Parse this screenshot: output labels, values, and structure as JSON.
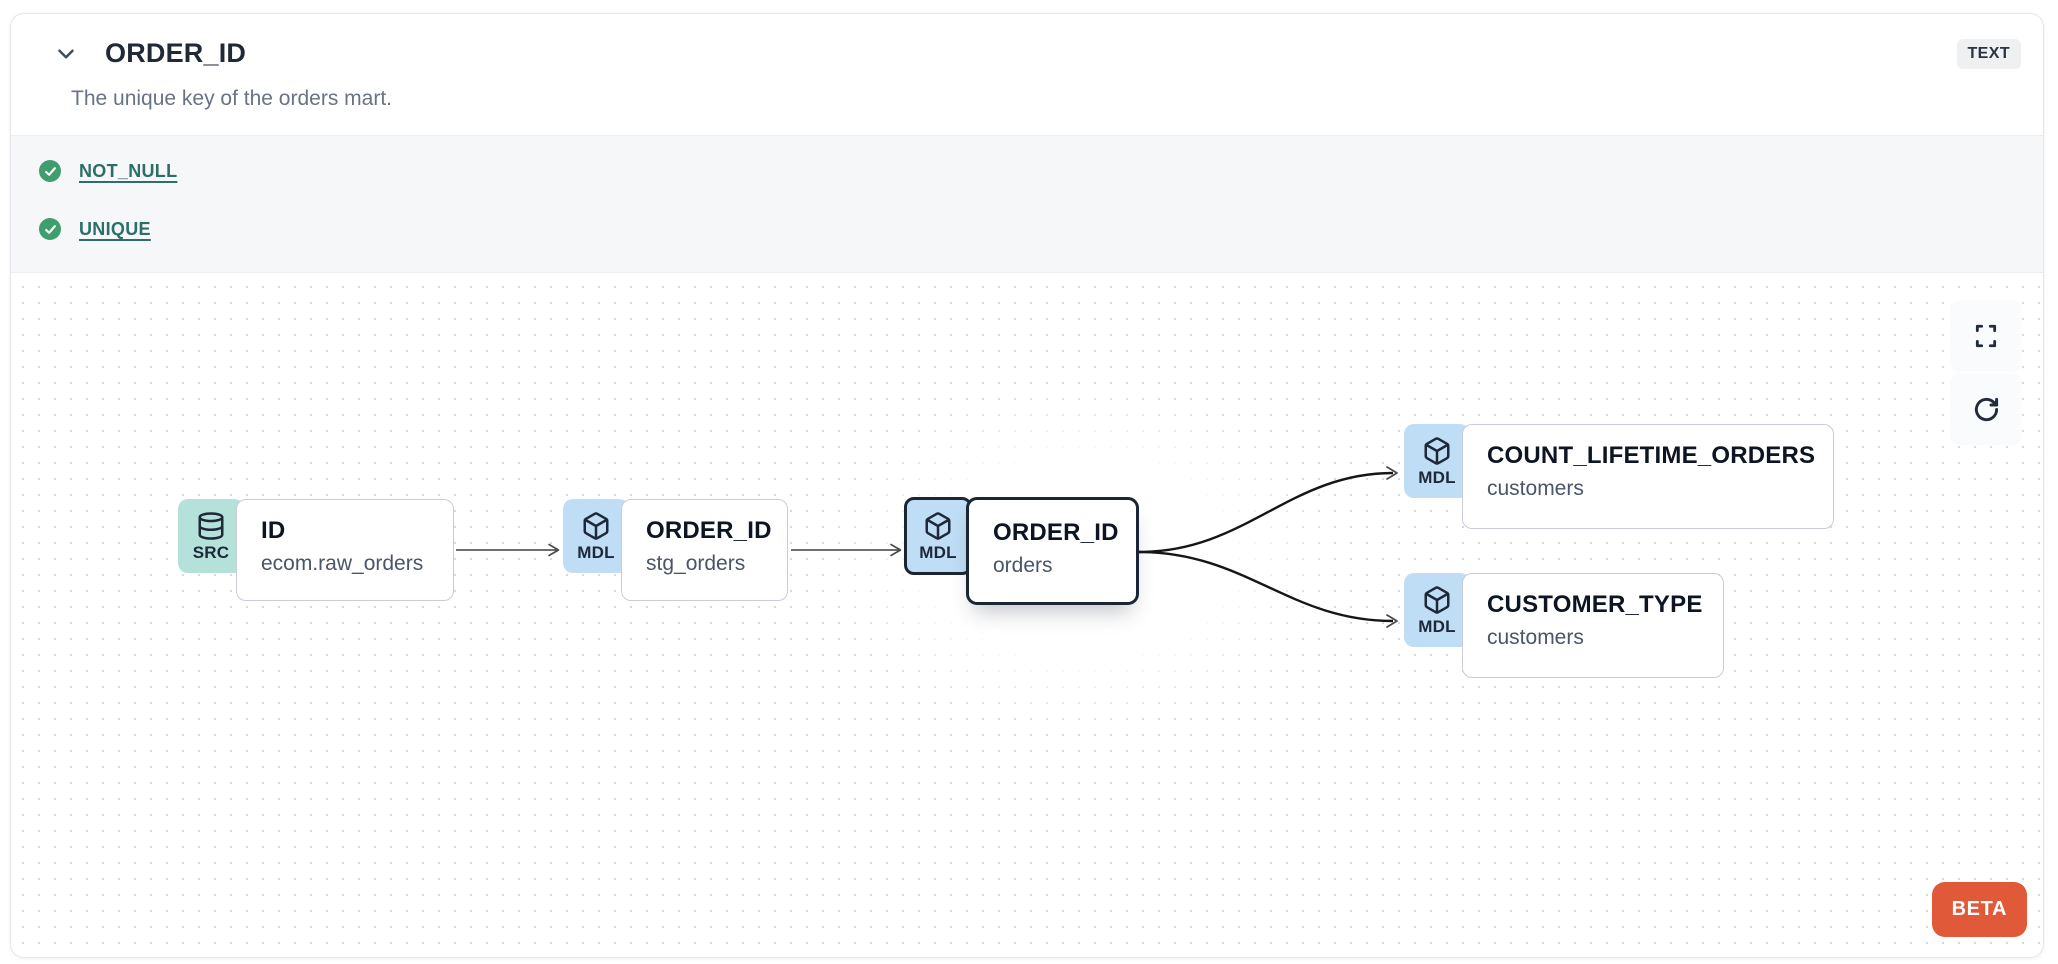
{
  "header": {
    "title": "ORDER_ID",
    "type_badge": "TEXT",
    "description": "The unique key of the orders mart."
  },
  "tests": [
    {
      "name": "NOT_NULL",
      "status": "pass"
    },
    {
      "name": "UNIQUE",
      "status": "pass"
    }
  ],
  "lineage": {
    "nodes": [
      {
        "badge": "SRC",
        "kind": "source",
        "title": "ID",
        "subtitle": "ecom.raw_orders",
        "selected": false
      },
      {
        "badge": "MDL",
        "kind": "model",
        "title": "ORDER_ID",
        "subtitle": "stg_orders",
        "selected": false
      },
      {
        "badge": "MDL",
        "kind": "model",
        "title": "ORDER_ID",
        "subtitle": "orders",
        "selected": true
      },
      {
        "badge": "MDL",
        "kind": "model",
        "title": "COUNT_LIFETIME_ORDERS",
        "subtitle": "customers",
        "selected": false
      },
      {
        "badge": "MDL",
        "kind": "model",
        "title": "CUSTOMER_TYPE",
        "subtitle": "customers",
        "selected": false
      }
    ],
    "edges": [
      {
        "from": 0,
        "to": 1
      },
      {
        "from": 1,
        "to": 2
      },
      {
        "from": 2,
        "to": 3
      },
      {
        "from": 2,
        "to": 4
      }
    ],
    "beta_label": "BETA"
  },
  "colors": {
    "source_badge": "#b5e1db",
    "model_badge": "#c0ddf6",
    "selected_border": "#1b2533",
    "test_pass_green": "#3f9d6e",
    "test_link_teal": "#2c6f68",
    "beta_orange": "#e05a39",
    "card_border": "#e4e6e9"
  }
}
